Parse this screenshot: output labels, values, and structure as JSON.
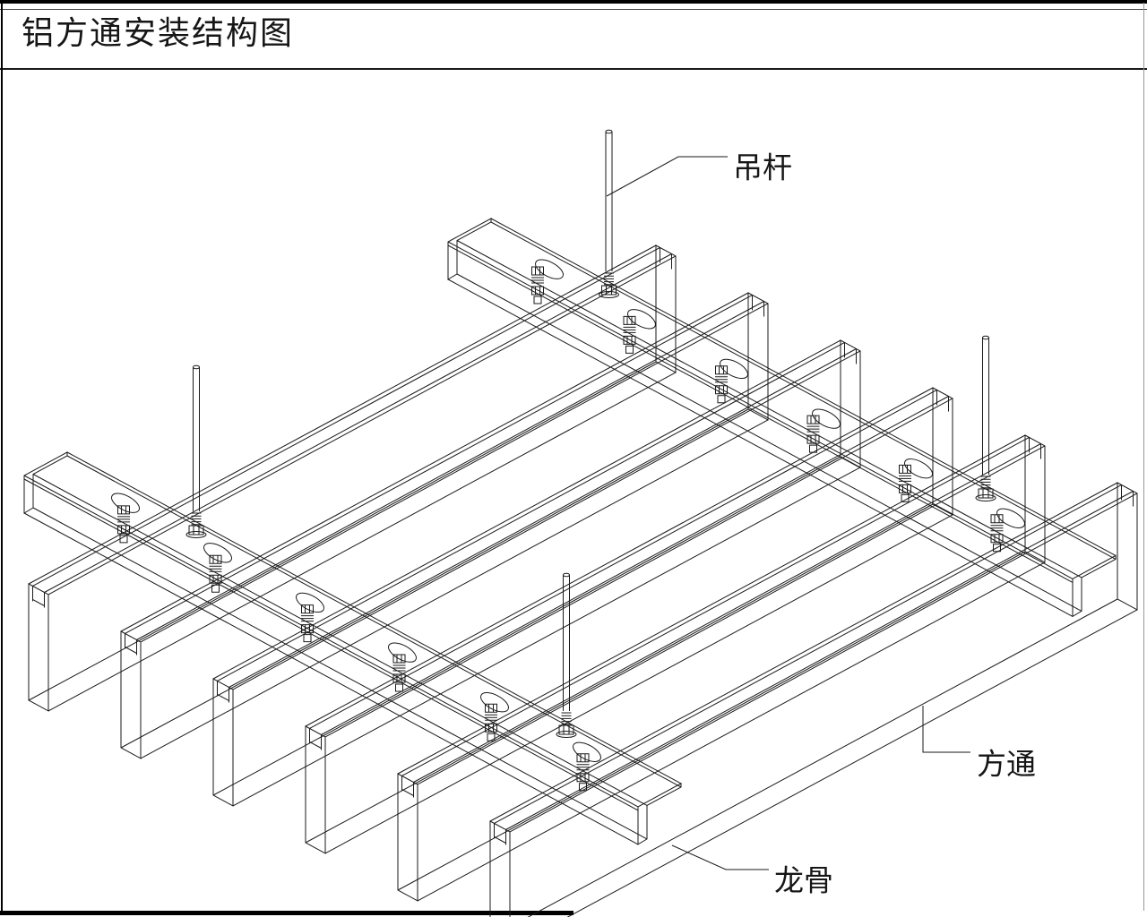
{
  "title": "铝方通安装结构图",
  "labels": {
    "hanger_rod": "吊杆",
    "square_tube": "方通",
    "keel": "龙骨"
  },
  "colors": {
    "line": "#1a1a1a",
    "background": "#ffffff"
  }
}
